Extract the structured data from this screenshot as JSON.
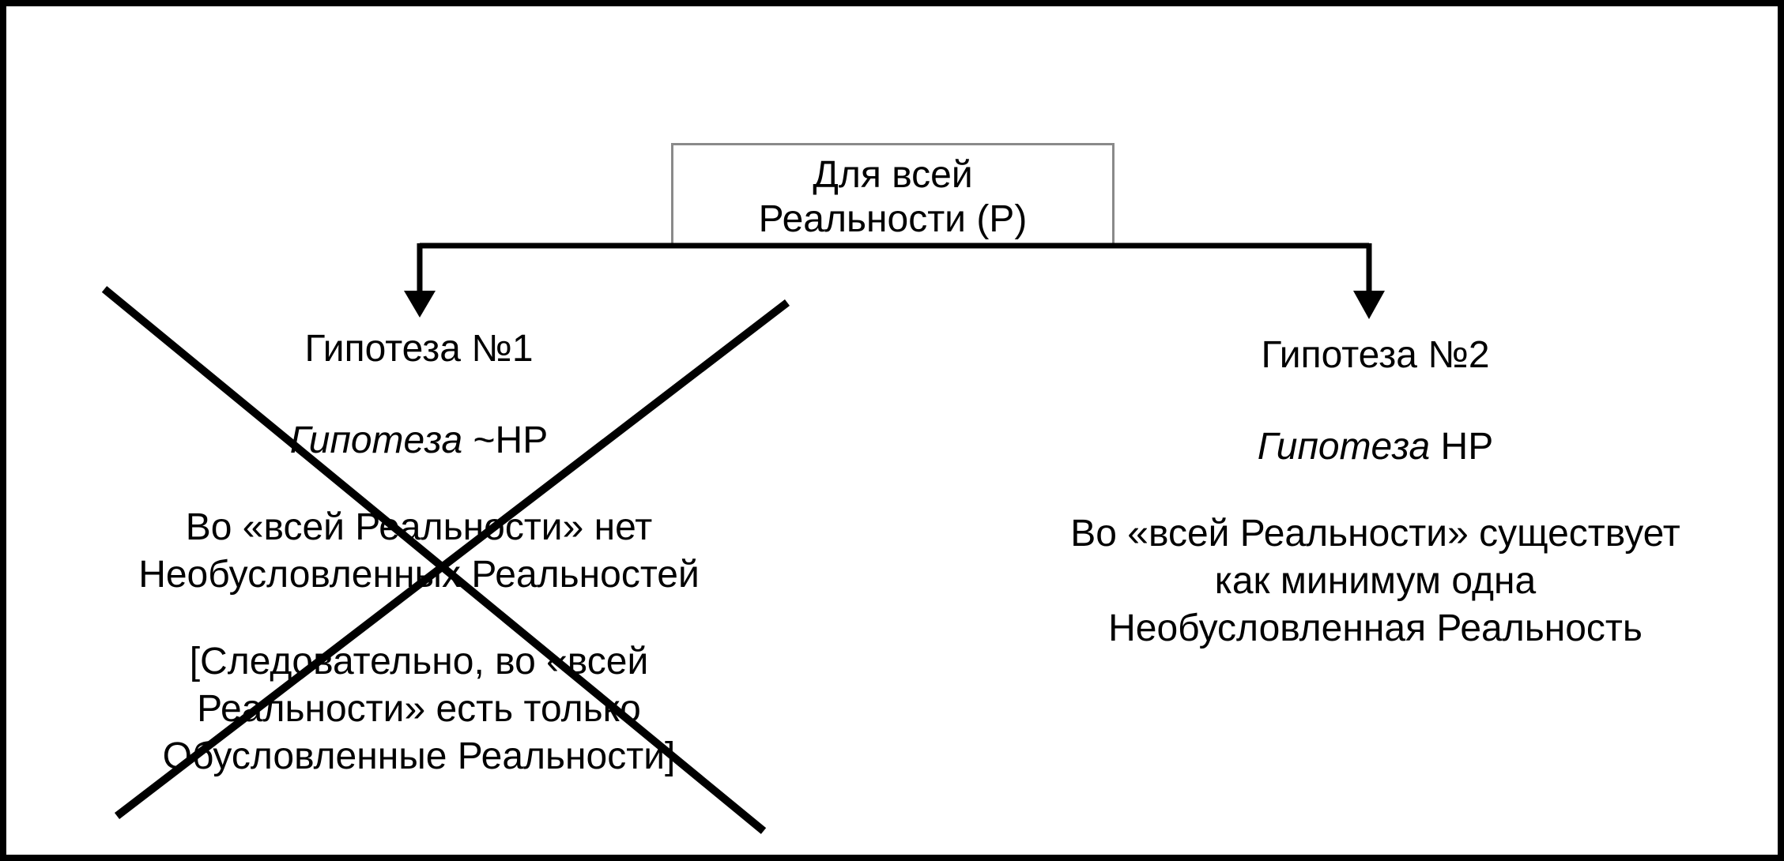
{
  "root": {
    "line1": "Для всей",
    "line2": "Реальности (Р)"
  },
  "hypothesis1": {
    "title": "Гипотеза №1",
    "code_italic": "Гипотеза",
    "code_rest": "~НР",
    "desc_line1": "Во «всей Реальности» нет",
    "desc_line2": "Необусловленных Реальностей",
    "note_line1": "[Следовательно, во «всей",
    "note_line2": "Реальности» есть только",
    "note_line3": "Обусловленные Реальности]",
    "crossed_out": true
  },
  "hypothesis2": {
    "title": "Гипотеза №2",
    "code_italic": "Гипотеза",
    "code_rest": "НР",
    "desc_line1": "Во «всей Реальности» существует",
    "desc_line2": "как минимум одна",
    "desc_line3": "Необусловленная Реальность"
  },
  "colors": {
    "line": "#000000",
    "box_border": "#8a8a8a",
    "background": "#ffffff"
  }
}
